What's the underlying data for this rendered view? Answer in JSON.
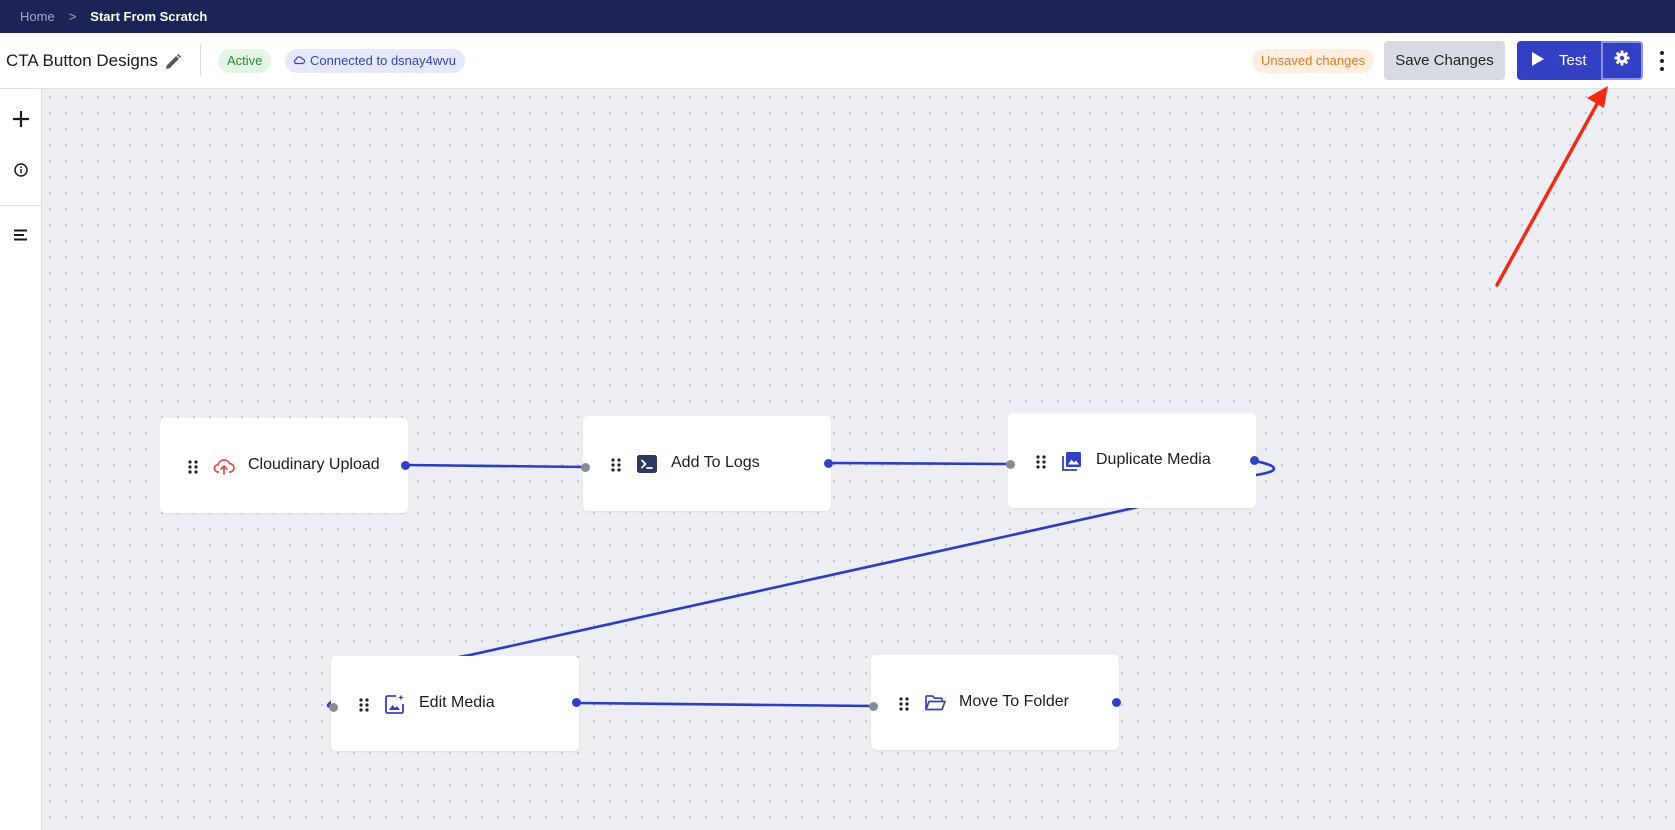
{
  "breadcrumb": {
    "home": "Home",
    "separator": ">",
    "current": "Start From Scratch"
  },
  "header": {
    "title": "CTA Button Designs",
    "status_badge": "Active",
    "connection_badge": "Connected to dsnay4wvu",
    "unsaved_badge": "Unsaved changes",
    "save_label": "Save Changes",
    "test_label": "Test"
  },
  "sidebar": {
    "items": [
      "plus-icon",
      "info-icon",
      "list-icon"
    ]
  },
  "nodes": [
    {
      "label": "Cloudinary Upload",
      "icon": "cloud-upload-icon"
    },
    {
      "label": "Add To Logs",
      "icon": "terminal-icon"
    },
    {
      "label": "Duplicate Media",
      "icon": "images-icon"
    },
    {
      "label": "Edit Media",
      "icon": "image-edit-icon"
    },
    {
      "label": "Move To Folder",
      "icon": "folder-open-icon"
    }
  ],
  "colors": {
    "topbar": "#1c2457",
    "accent": "#3340c4",
    "edge": "#2f3cc0",
    "annotation_arrow": "#ee2b17"
  }
}
